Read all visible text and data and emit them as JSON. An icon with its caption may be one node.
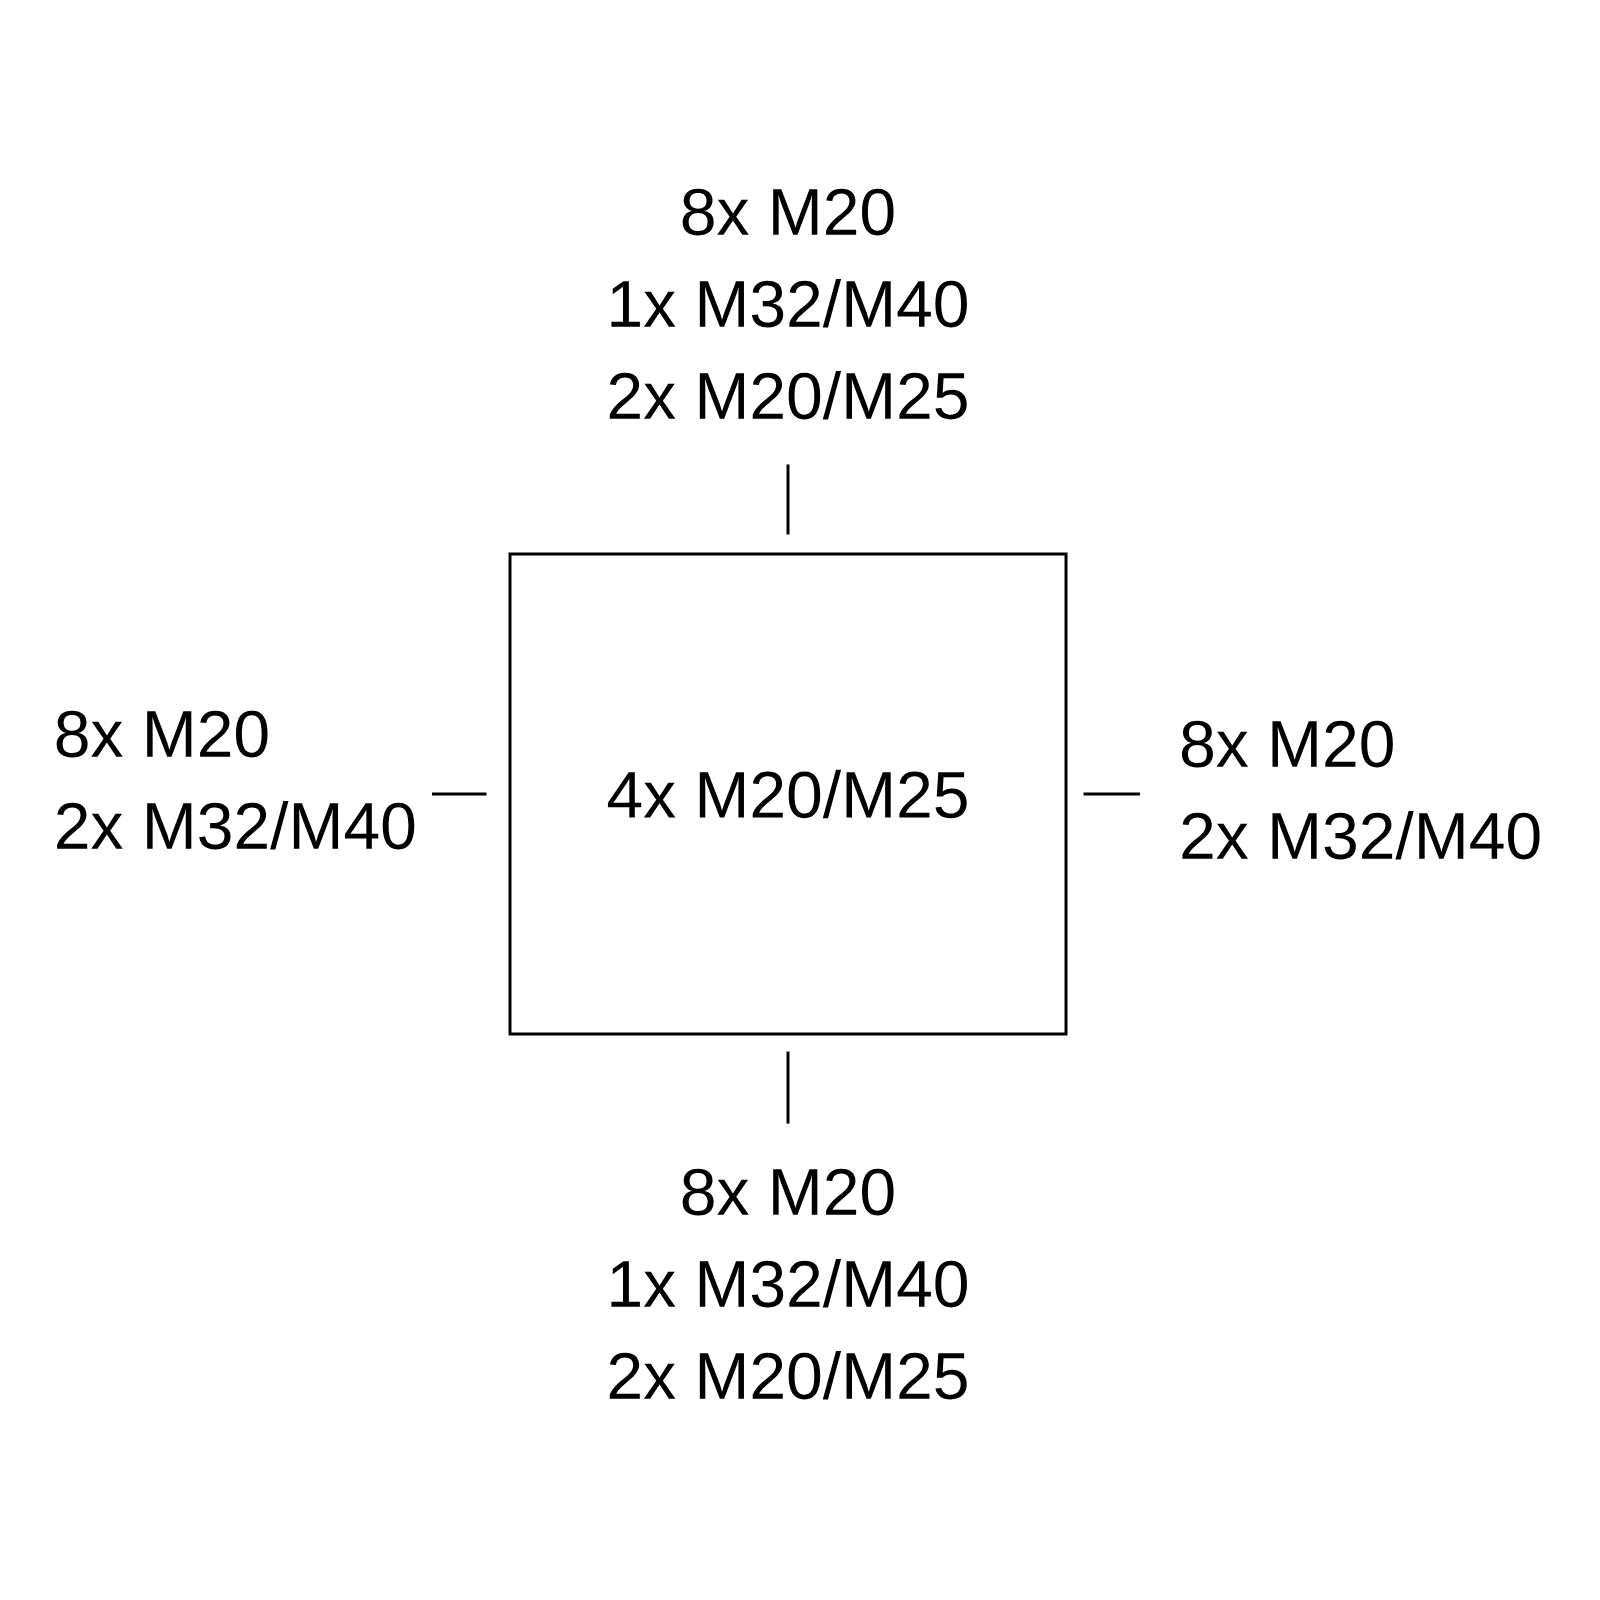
{
  "diagram": {
    "nodes": [
      {
        "text": [
          "8x M20",
          "1x M32/M40",
          "2x M20/M25"
        ]
      },
      {
        "text": [
          "8x M20",
          "2x M32/M40"
        ]
      },
      {
        "text": [
          "4x M20/M25"
        ]
      },
      {
        "text": [
          "8x M20",
          "2x M32/M40"
        ]
      },
      {
        "text": [
          "8x M20",
          "1x M32/M40",
          "2x M20/M25"
        ]
      }
    ],
    "edges": [
      {
        "from": 0,
        "to": 2,
        "arrow": "none"
      },
      {
        "from": 1,
        "to": 2,
        "arrow": "none"
      },
      {
        "from": 3,
        "to": 2,
        "arrow": "none"
      },
      {
        "from": 4,
        "to": 2,
        "arrow": "none"
      }
    ]
  }
}
